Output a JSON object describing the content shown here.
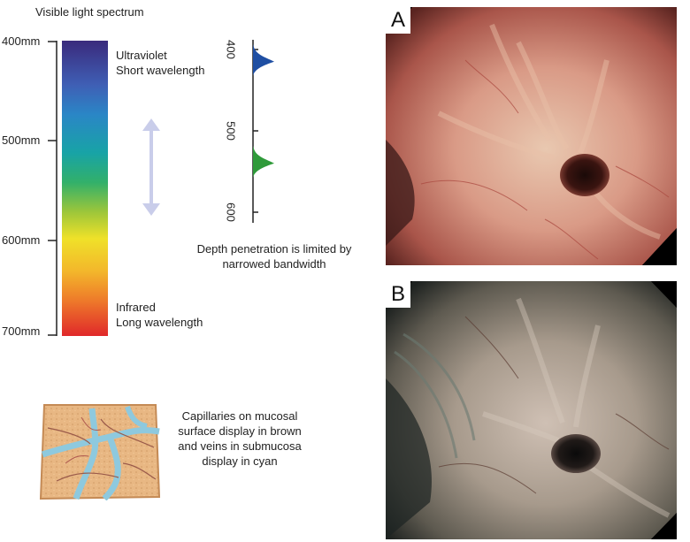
{
  "spectrum": {
    "title": "Visible light spectrum",
    "ticks": [
      "400mm",
      "500mm",
      "600mm",
      "700mm"
    ],
    "uv_label_line1": "Ultraviolet",
    "uv_label_line2": "Short wavelength",
    "ir_label_line1": "Infrared",
    "ir_label_line2": "Long wavelength"
  },
  "nbi_plot": {
    "ticks": [
      "400",
      "500",
      "600"
    ],
    "peaks": [
      {
        "wavelength": 415,
        "color": "#1f4fa3"
      },
      {
        "wavelength": 540,
        "color": "#2f9a3a"
      }
    ]
  },
  "depth_caption_line1": "Depth penetration is limited by",
  "depth_caption_line2": "narrowed bandwidth",
  "capillary_caption": [
    "Capillaries on mucosal",
    "surface display in brown",
    "and veins in submucosa",
    "display in cyan"
  ],
  "panels": {
    "a_label": "A",
    "b_label": "B"
  }
}
